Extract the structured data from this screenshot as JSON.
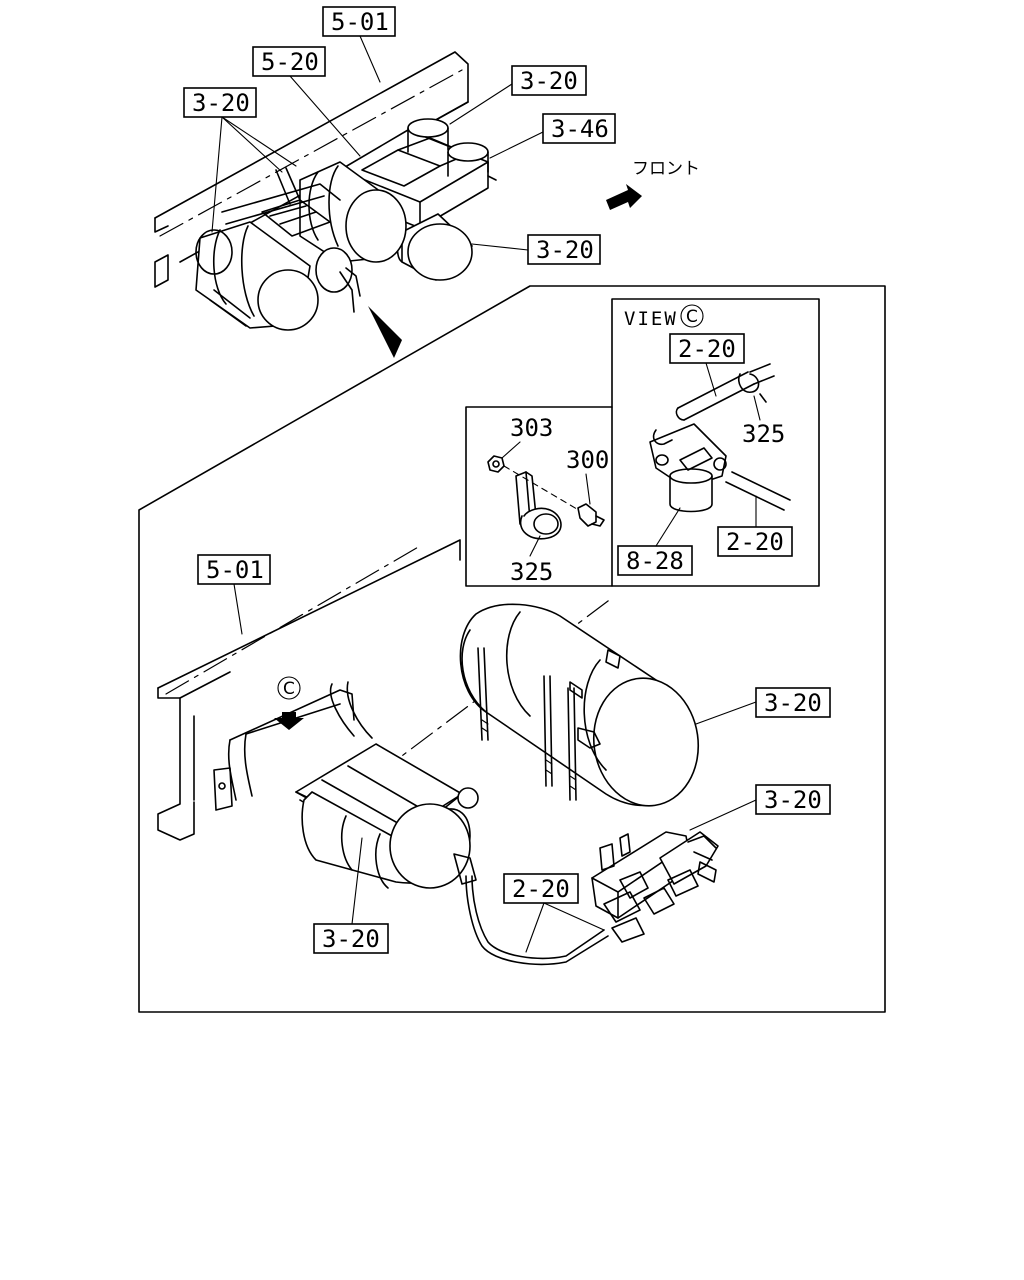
{
  "overview": {
    "callouts": {
      "frame_top": "5-01",
      "battery_box": "5-20",
      "tank_left_group": "3-20",
      "tank_right_top": "3-20",
      "dryer": "3-46",
      "tank_right_bottom": "3-20"
    },
    "direction_label": "フロント"
  },
  "view_c": {
    "title_prefix": "VIEW",
    "title_symbol": "C",
    "callouts": {
      "pipe_top": "2-20",
      "clip": "325",
      "filter": "8-28",
      "pipe_bottom": "2-20"
    }
  },
  "bracket_detail": {
    "callouts": {
      "nut": "303",
      "bolt": "300",
      "clip": "325"
    }
  },
  "detail": {
    "view_marker": "C",
    "callouts": {
      "frame": "5-01",
      "main_tank": "3-20",
      "valve_block": "3-20",
      "lower_tank": "3-20",
      "pipe": "2-20"
    }
  }
}
